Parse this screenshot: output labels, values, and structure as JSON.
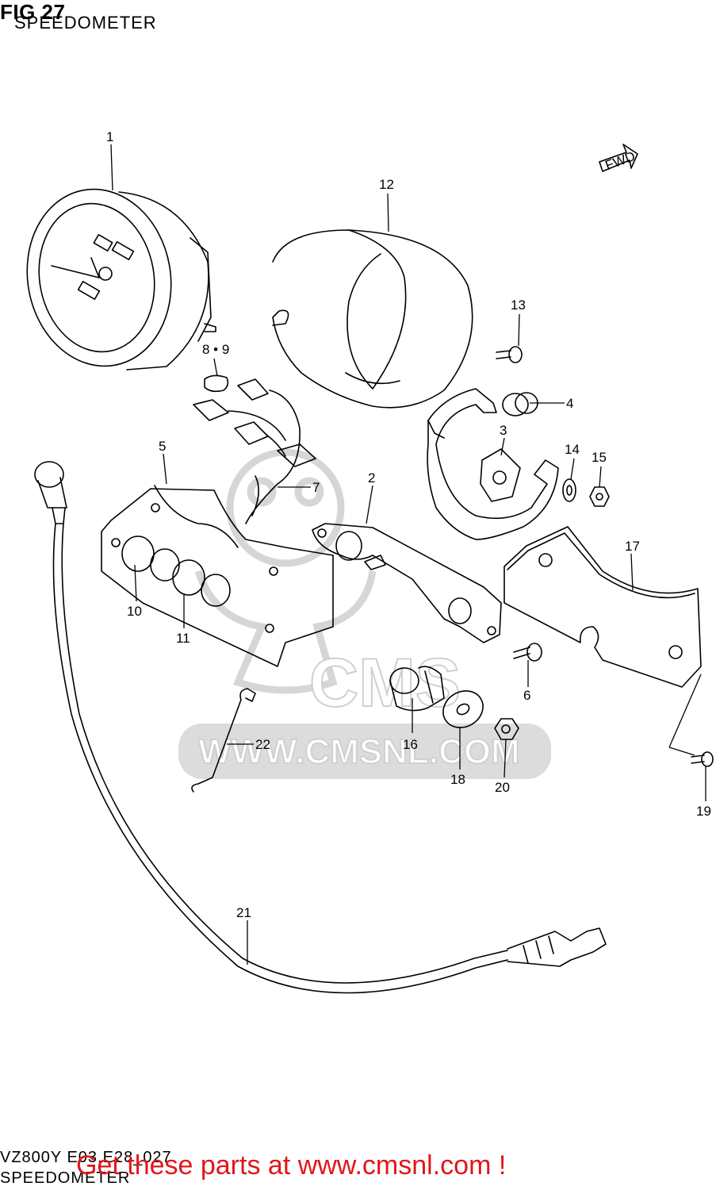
{
  "header": {
    "fig_number": "FIG 27",
    "title": "SPEEDOMETER"
  },
  "callouts": {
    "p1": "1",
    "p2": "2",
    "p3": "3",
    "p4": "4",
    "p5": "5",
    "p6": "6",
    "p7": "7",
    "p8_9": "8 • 9",
    "p10": "10",
    "p11": "11",
    "p12": "12",
    "p13": "13",
    "p14": "14",
    "p15": "15",
    "p16": "16",
    "p17": "17",
    "p18": "18",
    "p19": "19",
    "p20": "20",
    "p21": "21",
    "p22": "22"
  },
  "direction_marker": "FWD",
  "watermark": {
    "brand": "CMS",
    "url": "WWW.CMSNL.COM"
  },
  "footer": {
    "model_code": "VZ800Y E03,E28_027",
    "section_name": "SPEEDOMETER",
    "call_to_action": "Get these parts at www.cmsnl.com !"
  },
  "colors": {
    "cta": "#e2161b",
    "watermark": "#d6d6d6",
    "lines": "#000000"
  }
}
